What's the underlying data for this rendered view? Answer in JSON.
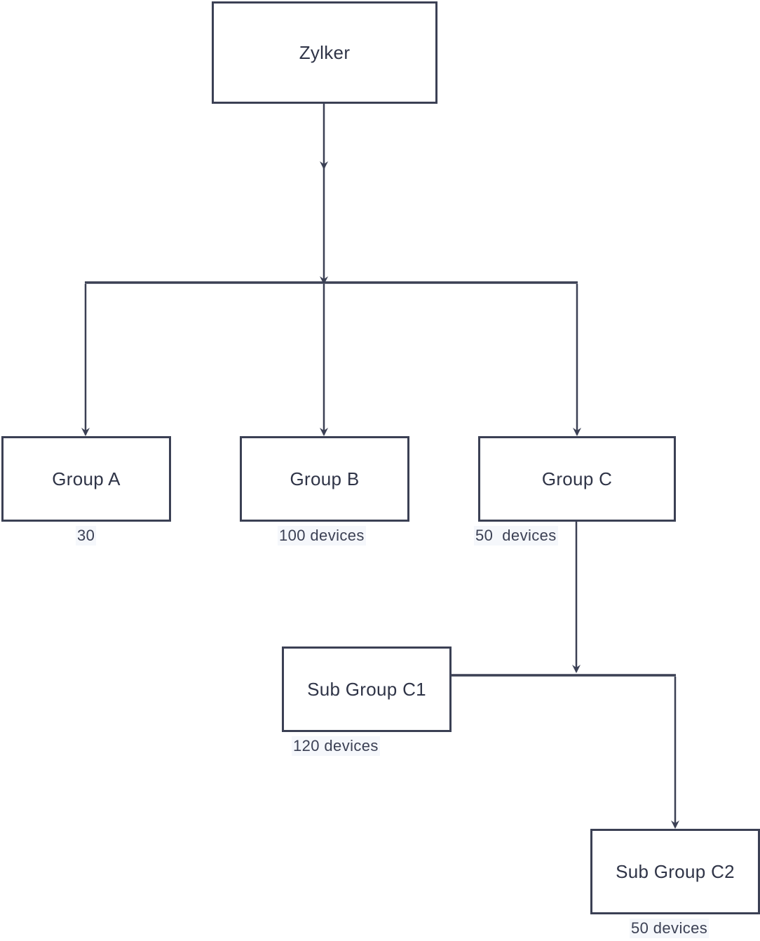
{
  "diagram": {
    "root": {
      "label": "Zylker"
    },
    "groups": [
      {
        "label": "Group A",
        "count": "30"
      },
      {
        "label": "Group B",
        "count": "100 devices"
      },
      {
        "label": "Group C",
        "count": "50  devices"
      }
    ],
    "subgroups": [
      {
        "label": "Sub Group C1",
        "count": "120 devices"
      },
      {
        "label": "Sub Group C2",
        "count": "50 devices"
      }
    ]
  },
  "colors": {
    "stroke": "#3b4054",
    "text": "#2f3447",
    "label_highlight": "#f5f7fb"
  }
}
